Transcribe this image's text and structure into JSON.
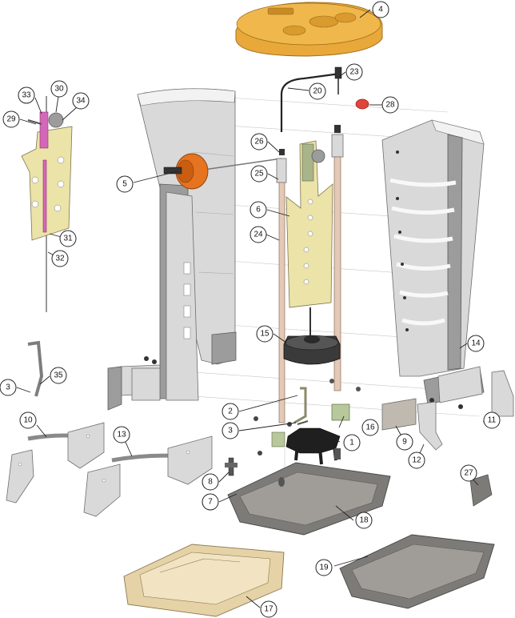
{
  "figure": {
    "callouts": [
      {
        "label": "1"
      },
      {
        "label": "2"
      },
      {
        "label": "3"
      },
      {
        "label": "3"
      },
      {
        "label": "4"
      },
      {
        "label": "5"
      },
      {
        "label": "6"
      },
      {
        "label": "7"
      },
      {
        "label": "8"
      },
      {
        "label": "9"
      },
      {
        "label": "10"
      },
      {
        "label": "11"
      },
      {
        "label": "12"
      },
      {
        "label": "13"
      },
      {
        "label": "14"
      },
      {
        "label": "15"
      },
      {
        "label": "16"
      },
      {
        "label": "17"
      },
      {
        "label": "18"
      },
      {
        "label": "19"
      },
      {
        "label": "20"
      },
      {
        "label": "23"
      },
      {
        "label": "24"
      },
      {
        "label": "25"
      },
      {
        "label": "26"
      },
      {
        "label": "27"
      },
      {
        "label": "28"
      },
      {
        "label": "29"
      },
      {
        "label": "30"
      },
      {
        "label": "31"
      },
      {
        "label": "32"
      },
      {
        "label": "33"
      },
      {
        "label": "34"
      },
      {
        "label": "35"
      }
    ]
  },
  "colors": {
    "lid": "#e8a83a",
    "knob": "#e5731f",
    "cap": "#e0443a",
    "agitator": "#3a3a3a"
  }
}
